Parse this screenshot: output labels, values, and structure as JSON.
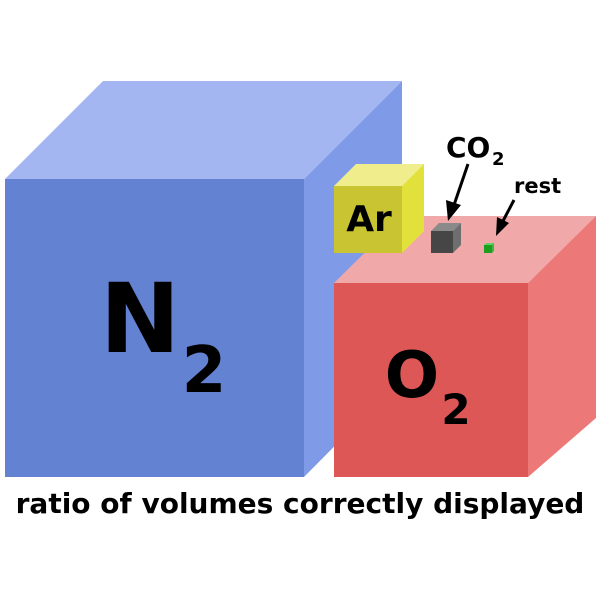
{
  "cubes": {
    "n2": {
      "symbol": "N",
      "subscript": "2",
      "front": "#6382d1",
      "top": "#a4b6f1",
      "side": "#7f9ae6"
    },
    "o2": {
      "symbol": "O",
      "subscript": "2",
      "front": "#de5757",
      "top": "#f0a8a8",
      "side": "#ed7878"
    },
    "ar": {
      "symbol": "Ar",
      "front": "#c9c431",
      "top": "#f0ee8c",
      "side": "#e2e03b"
    },
    "co2": {
      "front": "#464646",
      "top": "#8a8a8a",
      "side": "#6e6e6e"
    },
    "rest": {
      "front": "#1e9e1e",
      "top": "#5fd35f",
      "side": "#3bb83b"
    }
  },
  "labels": {
    "co2": {
      "symbol": "CO",
      "subscript": "2"
    },
    "rest": "rest"
  },
  "caption": "ratio of volumes correctly displayed"
}
